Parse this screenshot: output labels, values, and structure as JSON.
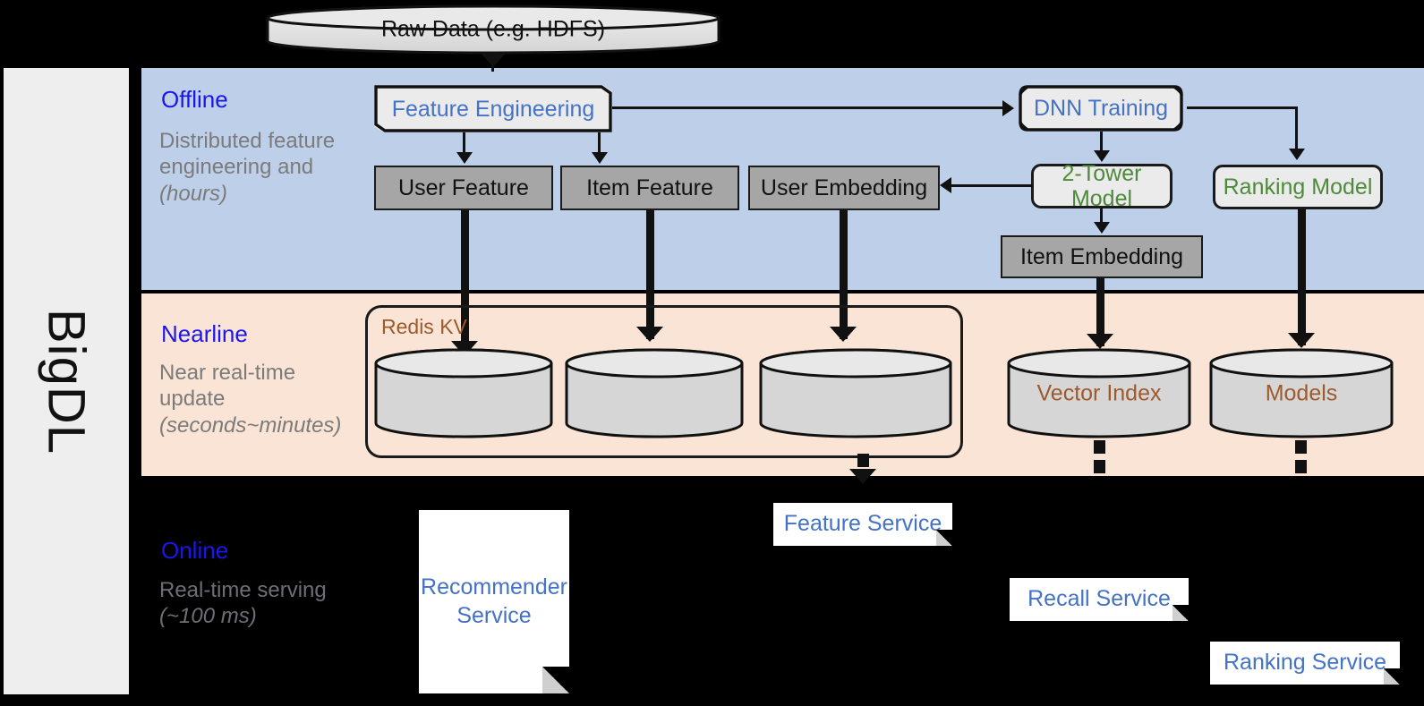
{
  "framework": {
    "name": "BigDL"
  },
  "source": {
    "label": "Raw Data (e.g. HDFS)"
  },
  "bands": {
    "offline": {
      "title": "Offline",
      "subtitle": "Distributed feature engineering and ",
      "subtitle_em": "(hours)",
      "color": "#bdcfe9"
    },
    "nearline": {
      "title": "Nearline",
      "subtitle": "Near real-time update ",
      "subtitle_em": "(seconds~minutes)",
      "color": "#fae4d5"
    },
    "online": {
      "title": "Online",
      "subtitle": "Real-time serving ",
      "subtitle_em": "(~100 ms)",
      "color": "#000000"
    }
  },
  "offline_nodes": {
    "feature_engineering": "Feature Engineering",
    "dnn_training": "DNN Training",
    "user_feature": "User Feature",
    "item_feature": "Item Feature",
    "user_embedding": "User Embedding",
    "two_tower_model": "2-Tower Model",
    "ranking_model": "Ranking Model",
    "item_embedding": "Item Embedding"
  },
  "nearline_nodes": {
    "redis_kv": "Redis KV",
    "store_user_feature": "",
    "store_item_feature": "",
    "store_user_embedding": "",
    "vector_index": "Vector Index",
    "models": "Models"
  },
  "online_nodes": {
    "recommender_service": "Recommender Service",
    "feature_service": "Feature Service",
    "recall_service": "Recall Service",
    "ranking_service": "Ranking Service"
  },
  "colors": {
    "title_blue": "#1a17e8",
    "process_blue": "#4472c4",
    "model_green": "#4e8a3b",
    "store_brown": "#9c5a2d",
    "grey_box": "#a6a6a6",
    "offline_band": "#bdcfe9",
    "nearline_band": "#fae4d5",
    "online_band": "#000000",
    "rail": "#eeeeee"
  }
}
